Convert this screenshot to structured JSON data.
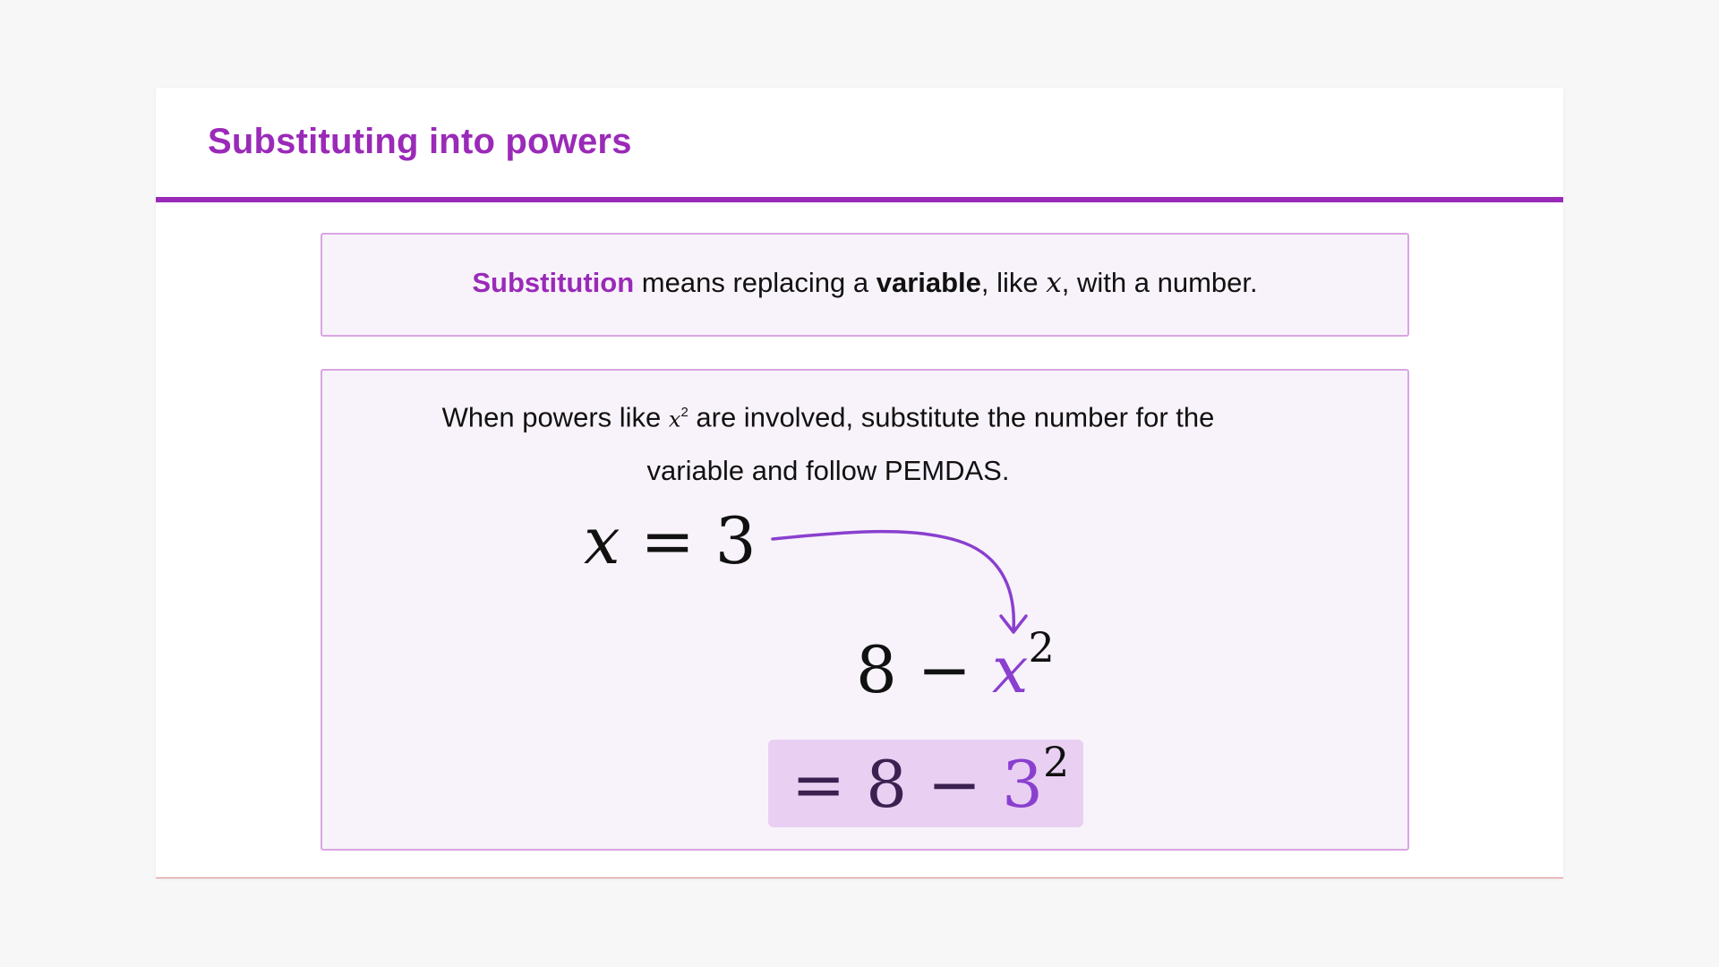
{
  "slide": {
    "title": "Substituting into powers",
    "definition": {
      "term": "Substitution",
      "text_1": " means replacing a ",
      "bold_word": "variable",
      "text_2": ", like ",
      "variable": "x",
      "text_3": ",  with a number."
    },
    "example": {
      "text_1": "When powers like ",
      "power_base": "x",
      "power_exp": "2",
      "text_2": " are involved, substitute the number for the variable and follow PEMDAS.",
      "given": {
        "variable": "x",
        "equals": "=",
        "value": "3"
      },
      "expression": {
        "constant": "8",
        "minus": "−",
        "variable": "x",
        "exponent": "2"
      },
      "result": {
        "equals": "=",
        "constant": "8",
        "minus": "−",
        "value": "3",
        "exponent": "2"
      }
    }
  },
  "colors": {
    "accent": "#9a2ab8",
    "highlight": "#8a3fcf",
    "box_fill": "#f8f3fa",
    "box_border": "#d9a6e2",
    "result_fill": "#e9d0f3"
  },
  "icons": {
    "substitution_arrow": "curved-arrow-icon"
  }
}
